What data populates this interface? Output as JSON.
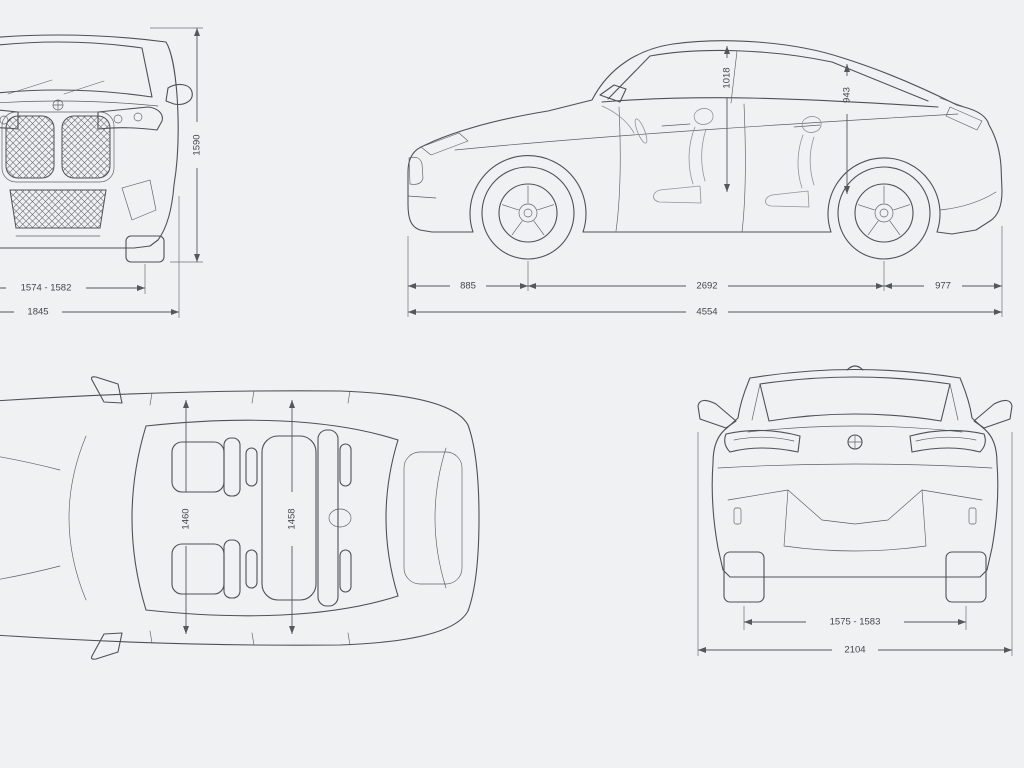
{
  "colors": {
    "background": "#f0f1f2",
    "line": "#4d5257",
    "dimension_text": "#42474c"
  },
  "dimensions": {
    "front_view": {
      "overall_height": "1590",
      "front_track": "1574 - 1582",
      "overall_width": "1845"
    },
    "side_view": {
      "front_headroom": "1018",
      "rear_headroom": "943",
      "front_overhang": "885",
      "wheelbase": "2692",
      "rear_overhang": "977",
      "overall_length": "4554"
    },
    "top_view": {
      "front_interior_width": "1460",
      "rear_interior_width": "1458"
    },
    "rear_view": {
      "rear_track": "1575 - 1583",
      "width_with_mirrors": "2104"
    }
  }
}
